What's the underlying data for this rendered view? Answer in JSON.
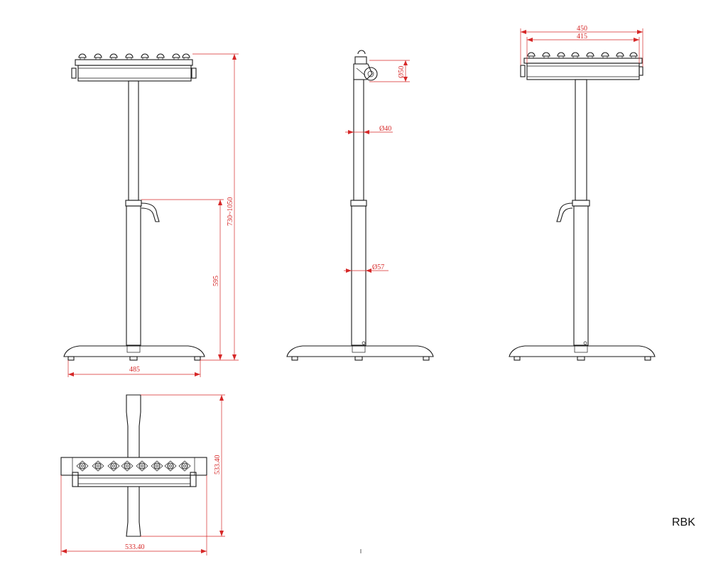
{
  "drawing": {
    "model": "RBK",
    "dimensions": {
      "height_range": "730~1050",
      "lower_height": "595",
      "base_width": "485",
      "roller_dia": "Ø50",
      "upper_tube_dia": "Ø40",
      "lower_tube_dia": "Ø57",
      "overall_width": "450",
      "roller_width": "415",
      "plan_depth": "533.40",
      "plan_width": "533.40"
    },
    "colors": {
      "line": "#1a1a1a",
      "dimension": "#d62828"
    }
  }
}
